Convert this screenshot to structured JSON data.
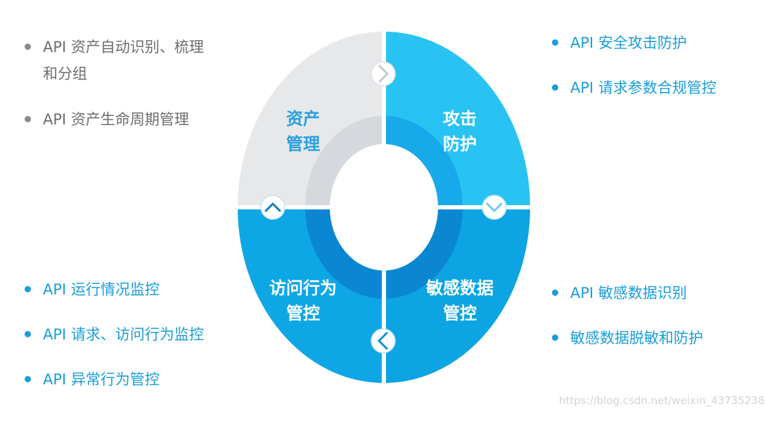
{
  "quadrants": {
    "asset": {
      "line1": "资产",
      "line2": "管理",
      "color": "#e6e8ea",
      "inner_color": "#d5d8dc",
      "text_color": "#2a9fde"
    },
    "attack": {
      "line1": "攻击",
      "line2": "防护",
      "color": "#29c3f3",
      "inner_color": "#18a9ea",
      "text_color": "#ffffff"
    },
    "access": {
      "line1": "访问行为",
      "line2": "管控",
      "color": "#0da7e6",
      "inner_color": "#0a86d2",
      "text_color": "#ffffff"
    },
    "sensitive": {
      "line1": "敏感数据",
      "line2": "管控",
      "color": "#0ca4e3",
      "inner_color": "#0a87d0",
      "text_color": "#ffffff"
    }
  },
  "arrows": {
    "asset_to_attack": "right-chevron-icon",
    "attack_to_sensitive": "down-chevron-icon",
    "sensitive_to_access": "left-chevron-icon",
    "access_to_asset": "up-chevron-icon"
  },
  "lists": {
    "asset": [
      "API 资产自动识别、梳理",
      "和分组",
      "API 资产生命周期管理"
    ],
    "attack": [
      "API 安全攻击防护",
      "API 请求参数合规管控"
    ],
    "access": [
      "API 运行情况监控",
      "API 请求、访问行为监控",
      "API 异常行为管控"
    ],
    "sensitive": [
      "API 敏感数据识别",
      "敏感数据脱敏和防护"
    ]
  },
  "watermark": "https://blog.csdn.net/weixin_43735238"
}
